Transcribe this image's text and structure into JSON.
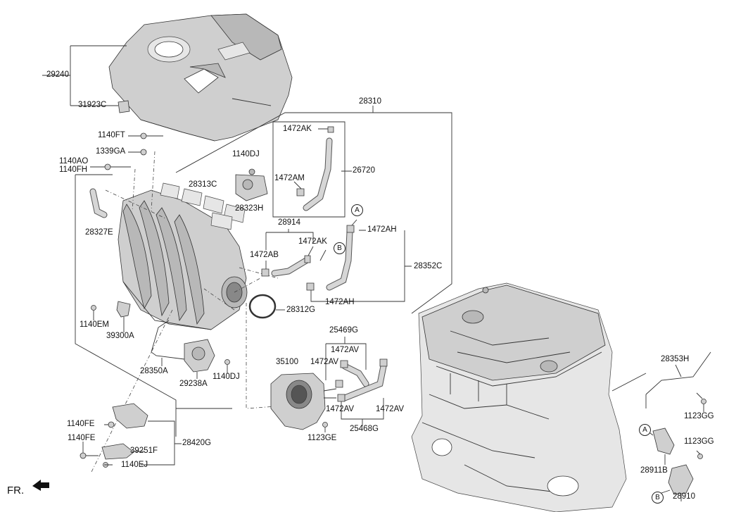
{
  "labels": {
    "l29240": "29240",
    "l31923C": "31923C",
    "l28310": "28310",
    "l1140FT": "1140FT",
    "l1339GA": "1339GA",
    "l1140AO": "1140AO",
    "l1140FH": "1140FH",
    "l1140DJ_a": "1140DJ",
    "l28313C": "28313C",
    "l28323H": "28323H",
    "l1472AK_a": "1472AK",
    "l26720": "26720",
    "l1472AM": "1472AM",
    "l28327E": "28327E",
    "l28914": "28914",
    "l1472AH_a": "1472AH",
    "l1472AB": "1472AB",
    "l1472AK_b": "1472AK",
    "l28352C": "28352C",
    "l1472AH_b": "1472AH",
    "l28312G": "28312G",
    "l1140EM": "1140EM",
    "l39300A": "39300A",
    "l28350A": "28350A",
    "l29238A": "29238A",
    "l1140DJ_b": "1140DJ",
    "l25469G": "25469G",
    "l1472AV_a": "1472AV",
    "l1472AV_b": "1472AV",
    "l35100": "35100",
    "l1472AV_c": "1472AV",
    "l1472AV_d": "1472AV",
    "l25468G": "25468G",
    "l1123GE": "1123GE",
    "l1140FE_a": "1140FE",
    "l1140FE_b": "1140FE",
    "l39251F": "39251F",
    "l28420G": "28420G",
    "l1140EJ": "1140EJ",
    "l28353H": "28353H",
    "l1123GG_a": "1123GG",
    "l1123GG_b": "1123GG",
    "l28911B": "28911B",
    "l28910": "28910"
  },
  "markers": {
    "a1": "A",
    "b1": "B",
    "a2": "A",
    "b2": "B"
  },
  "direction": "FR."
}
